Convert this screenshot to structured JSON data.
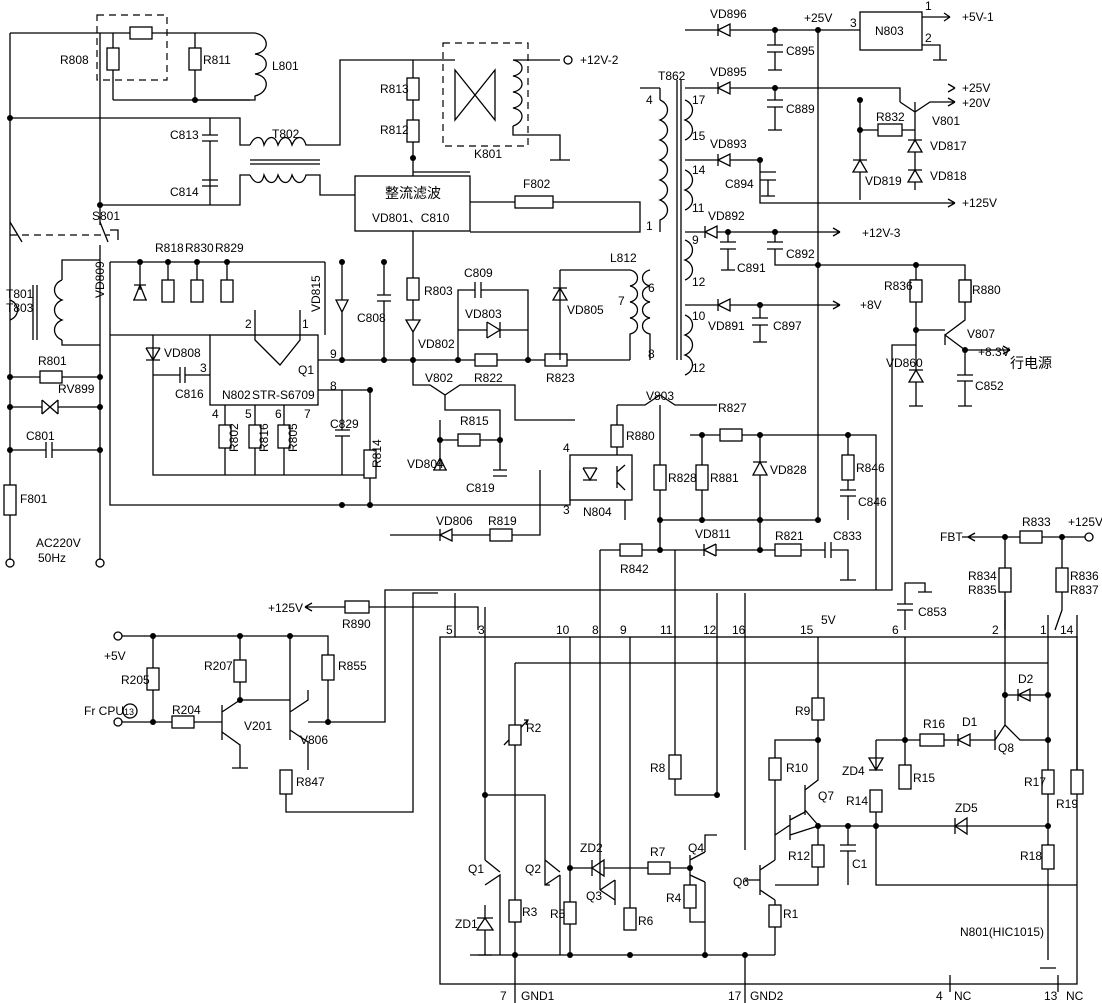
{
  "power_input": {
    "mains": "AC220V",
    "freq": "50Hz",
    "fuse": "F801",
    "switch": "S801",
    "transformers": [
      "T801",
      "T803",
      "T802"
    ],
    "caps": [
      "C801",
      "C813",
      "C814"
    ],
    "resistors": [
      "R801",
      "R808",
      "R811"
    ],
    "varistor": "RV899",
    "inductor": "L801"
  },
  "rectifier": {
    "block_title": "整流滤波",
    "block_sub": "VD801、C810",
    "fuse": "F802",
    "resistors": [
      "R813",
      "R812",
      "R803"
    ],
    "relay": "K801",
    "relay_out": "+12V-2"
  },
  "primary": {
    "ic": "N802",
    "ic_part": "STR-S6709",
    "transistor": "Q1",
    "pins": [
      "1",
      "2",
      "3",
      "4",
      "5",
      "6",
      "7",
      "8",
      "9"
    ],
    "resistors": [
      "R818",
      "R830",
      "R829",
      "R802",
      "R816",
      "R805",
      "R814",
      "R815",
      "R819",
      "R822",
      "R823",
      "R803"
    ],
    "caps": [
      "C808",
      "C809",
      "C816",
      "C829",
      "C819"
    ],
    "diodes": [
      "VD809",
      "VD815",
      "VD808",
      "VD802",
      "VD803",
      "VD804",
      "VD805",
      "VD806"
    ],
    "transistor_v": "V802",
    "inductor": "L812",
    "l812_pins": [
      "7",
      "6",
      "8"
    ]
  },
  "secondary": {
    "transformer": "T862",
    "winding_pins": [
      "4",
      "1",
      "17",
      "15",
      "14",
      "11",
      "9",
      "12",
      "10",
      "12"
    ],
    "regulator": "N803",
    "regulator_pins": [
      "1",
      "2",
      "3"
    ],
    "outputs": [
      "+25V",
      "+5V-1",
      "+25V",
      "+20V",
      "+125V",
      "+12V-3",
      "+8V",
      "+8.3V",
      "行电源"
    ],
    "diodes": [
      "VD896",
      "VD895",
      "VD893",
      "VD892",
      "VD891",
      "VD817",
      "VD818",
      "VD819",
      "VD860"
    ],
    "caps": [
      "C895",
      "C889",
      "C894",
      "C891",
      "C892",
      "C897",
      "C852"
    ],
    "resistors": [
      "R832",
      "R836",
      "R880"
    ],
    "transistors": [
      "V801",
      "V807"
    ]
  },
  "feedback": {
    "opto": "N804",
    "opto_pins": [
      "4",
      "3"
    ],
    "transistor": "V803",
    "resistors": [
      "R880",
      "R827",
      "R828",
      "R881",
      "R846",
      "R821",
      "R842"
    ],
    "caps": [
      "C846",
      "C833"
    ],
    "diodes": [
      "VD828",
      "VD811"
    ]
  },
  "control": {
    "fbt": "FBT",
    "supply": "+125V",
    "resistors": [
      "R833",
      "R834",
      "R835",
      "R836",
      "R837",
      "R890",
      "R205",
      "R207",
      "R855",
      "R204",
      "R847"
    ],
    "cap": "C853",
    "transistors": [
      "V201",
      "V806"
    ],
    "v5": "+5V",
    "cpu_label": "Fr  CPU",
    "cpu_pin": "13",
    "supply_label": "+125V"
  },
  "hic": {
    "ic": "N801(HIC1015)",
    "top_pins": [
      "5",
      "3",
      "10",
      "8",
      "9",
      "11",
      "12",
      "16",
      "15",
      "6",
      "2",
      "1",
      "14"
    ],
    "v5_label": "5V",
    "bottom_pins": [
      "7",
      "17",
      "4",
      "13"
    ],
    "bottom_names": [
      "GND1",
      "GND2",
      "NC",
      "NC"
    ],
    "transistors": [
      "Q1",
      "Q2",
      "Q3",
      "Q4",
      "Q6",
      "Q7",
      "Q8"
    ],
    "resistors": [
      "R2",
      "R3",
      "R5",
      "R6",
      "R7",
      "R4",
      "R8",
      "R1",
      "R9",
      "R10",
      "R12",
      "R16",
      "R14",
      "R15",
      "R17",
      "R19",
      "R18"
    ],
    "zeners": [
      "ZD1",
      "ZD2",
      "ZD4",
      "ZD5"
    ],
    "diodes": [
      "D1",
      "D2"
    ],
    "cap": "C1"
  }
}
